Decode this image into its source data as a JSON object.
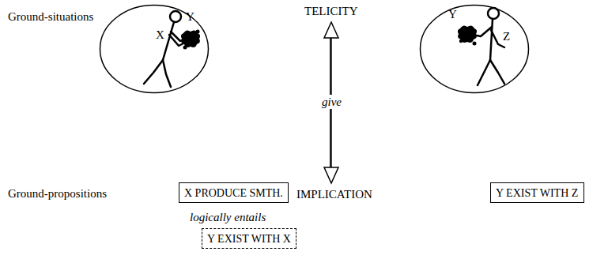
{
  "diagram": {
    "nodes": [
      {
        "text": [
          "Y",
          "X"
        ]
      },
      {
        "text": [
          "Y",
          "Z"
        ]
      },
      {
        "text": [
          "X PRODUCE SMTH."
        ]
      },
      {
        "text": [
          "Y EXIST WITH Z"
        ]
      },
      {
        "text": [
          "Y EXIST WITH X"
        ]
      }
    ],
    "labels": [
      "Ground-situations",
      "TELICITY",
      "give",
      "Ground-propositions",
      "IMPLICATION",
      "logically entails"
    ]
  }
}
